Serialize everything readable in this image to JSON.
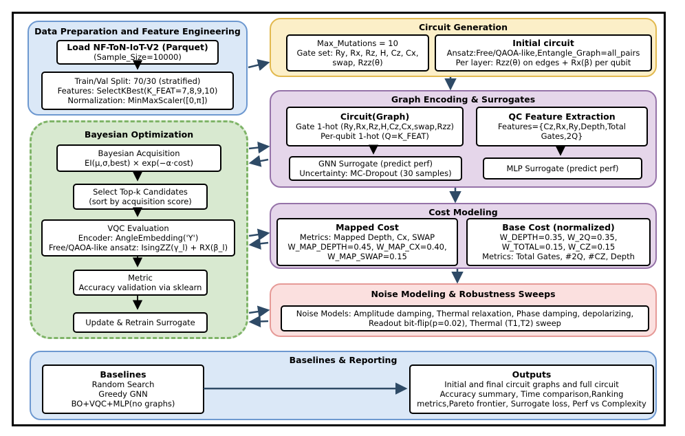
{
  "data_prep": {
    "title": "Data Preparation and Feature Engineering",
    "load_title": "Load NF-ToN-IoT-V2 (Parquet)",
    "load_sub": "(Sample_Size=10000)",
    "lines": [
      "Train/Val Split: 70/30 (stratified)",
      "Features: SelectKBest(K_FEAT=7,8,9,10)",
      "Normalization: MinMaxScaler([0,π])"
    ]
  },
  "circuit_gen": {
    "title": "Circuit Generation",
    "left_lines": [
      "Max_Mutations = 10",
      "Gate set: Ry, Rx, Rz, H, Cz, Cx,",
      "swap, Rzz(θ)"
    ],
    "right_title": "Initial circuit",
    "right_lines": [
      "Ansatz:Free/QAOA-like,Entangle_Graph=all_pairs",
      "Per layer: Rzz(θ) on edges + Rx(β) per qubit"
    ]
  },
  "graph_enc": {
    "title": "Graph Encoding & Surrogates",
    "circuit_title": "Circuit(Graph)",
    "circuit_lines": [
      "Gate 1-hot (Ry,Rx,Rz,H,Cz,Cx,swap,Rzz)",
      "Per-qubit 1-hot (Q=K_FEAT)"
    ],
    "qc_title": "QC Feature Extraction",
    "qc_lines": [
      "Features={Cz,Rx,Ry,Depth,Total",
      "Gates,2Q}"
    ],
    "gnn_lines": [
      "GNN Surrogate (predict perf)",
      "Uncertainty: MC-Dropout (30 samples)"
    ],
    "mlp_label": "MLP Surrogate (predict perf)"
  },
  "bayes": {
    "title": "Bayesian Optimization",
    "acq_lines": [
      "Bayesian Acquisition",
      "EI(μ,σ,best) × exp(−α·cost)"
    ],
    "topk_lines": [
      "Select Top-k Candidates",
      "(sort by acquisition score)"
    ],
    "vqc_lines": [
      "VQC Evaluation",
      "Encoder: AngleEmbedding('Y')",
      "Free/QAOA-like ansatz: IsingZZ(γ_l) + RX(β_l)"
    ],
    "metric_lines": [
      "Metric",
      "Accuracy validation via sklearn"
    ],
    "update_label": "Update & Retrain Surrogate"
  },
  "cost": {
    "title": "Cost Modeling",
    "mapped_title": "Mapped Cost",
    "mapped_lines": [
      "Metrics: Mapped Depth, Cx, SWAP",
      "W_MAP_DEPTH=0.45, W_MAP_CX=0.40,",
      "W_MAP_SWAP=0.15"
    ],
    "base_title": "Base Cost (normalized)",
    "base_lines": [
      "W_DEPTH=0.35, W_2Q=0.35,",
      "W_TOTAL=0.15, W_CZ=0.15",
      "Metrics: Total Gates, #2Q, #CZ, Depth"
    ]
  },
  "noise": {
    "title": "Noise Modeling & Robustness Sweeps",
    "lines": [
      "Noise Models: Amplitude damping, Thermal relaxation, Phase damping, depolarizing,",
      "Readout bit-flip(p=0.02), Thermal (T1,T2) sweep"
    ]
  },
  "baselines": {
    "title": "Baselines & Reporting",
    "left_title": "Baselines",
    "left_lines": [
      "Random Search",
      "Greedy GNN",
      "BO+VQC+MLP(no graphs)"
    ],
    "right_title": "Outputs",
    "right_lines": [
      "Initial and final circuit graphs and full circuit",
      "Accuracy summary, Time comparison,Ranking",
      "metrics,Pareto frontier, Surrogate loss, Perf vs Complexity"
    ]
  },
  "colors": {
    "blue_panel": "#dbe8f7",
    "yellow_panel": "#fcefc8",
    "purple_panel": "#e5d6ea",
    "pink_panel": "#fbe0df",
    "green_panel": "#d8e9d0",
    "arrow": "#2e4a66"
  }
}
